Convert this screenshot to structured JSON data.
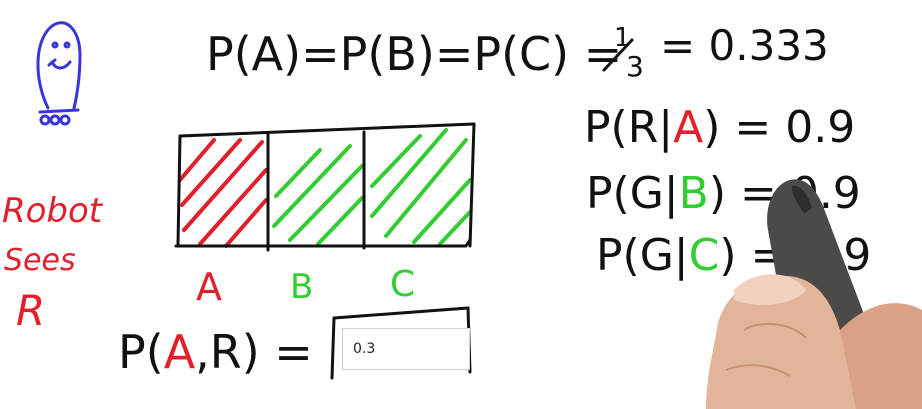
{
  "top_equation": {
    "lhs": "P(A)=P(B)=P(C) =",
    "fraction_num": "1",
    "fraction_den": "3",
    "rhs": "= 0.333"
  },
  "left_note": {
    "line1": "Robot",
    "line2": "Sees",
    "line3": "R"
  },
  "cells": [
    {
      "label": "A",
      "color": "#e0202a"
    },
    {
      "label": "B",
      "color": "#33cc33"
    },
    {
      "label": "C",
      "color": "#33cc33"
    }
  ],
  "answer_row": {
    "prefix_p": "P(",
    "prefix_a": "A",
    "prefix_rest": ",R) =",
    "value": "0.3"
  },
  "likelihoods": [
    {
      "left": "P(R|",
      "given": "A",
      "given_color": "#e0202a",
      "right": ") = 0.9"
    },
    {
      "left": "P(G|",
      "given": "B",
      "given_color": "#33cc33",
      "right": ") = 0.9"
    },
    {
      "left": "P(G|",
      "given": "C",
      "given_color": "#33cc33",
      "right": ") = 0.9"
    }
  ],
  "colors": {
    "ink": "#111111",
    "red": "#e0202a",
    "green": "#33cc33",
    "robot_blue": "#3a35d8"
  }
}
